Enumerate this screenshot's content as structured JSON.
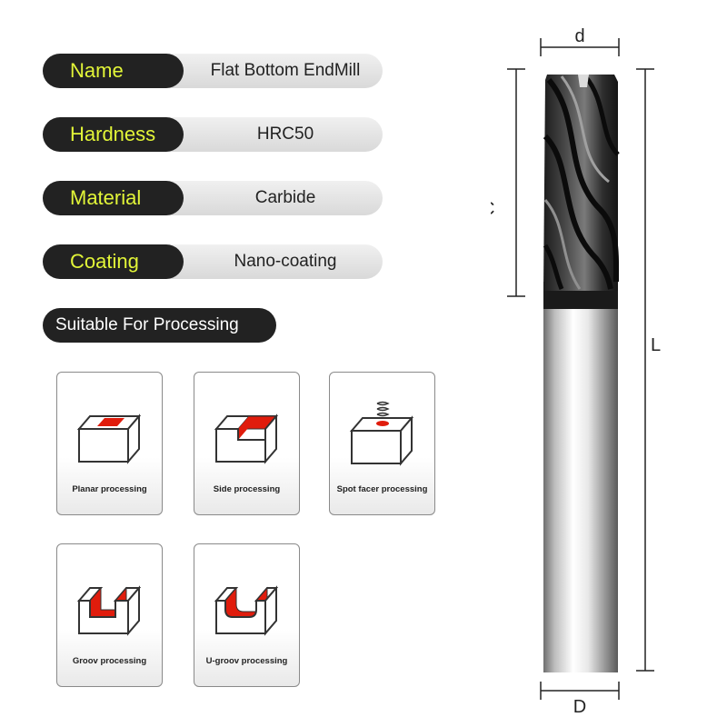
{
  "specs": [
    {
      "label": "Name",
      "value": "Flat Bottom EndMill"
    },
    {
      "label": "Hardness",
      "value": "HRC50"
    },
    {
      "label": "Material",
      "value": "Carbide"
    },
    {
      "label": "Coating",
      "value": "Nano-coating"
    }
  ],
  "suitable_title": "Suitable For Processing",
  "processes": [
    {
      "label": "Planar processing",
      "icon": "planar-processing-icon"
    },
    {
      "label": "Side processing",
      "icon": "side-processing-icon"
    },
    {
      "label": "Spot facer processing",
      "icon": "spot-facer-processing-icon"
    },
    {
      "label": "Groov processing",
      "icon": "groove-processing-icon"
    },
    {
      "label": "U-groov processing",
      "icon": "u-groove-processing-icon"
    }
  ],
  "dimensions": {
    "d": "d",
    "C": "C",
    "L": "L",
    "D": "D"
  },
  "colors": {
    "label_bg": "#222222",
    "label_text": "#e2f538",
    "accent_red": "#e01c0c"
  }
}
